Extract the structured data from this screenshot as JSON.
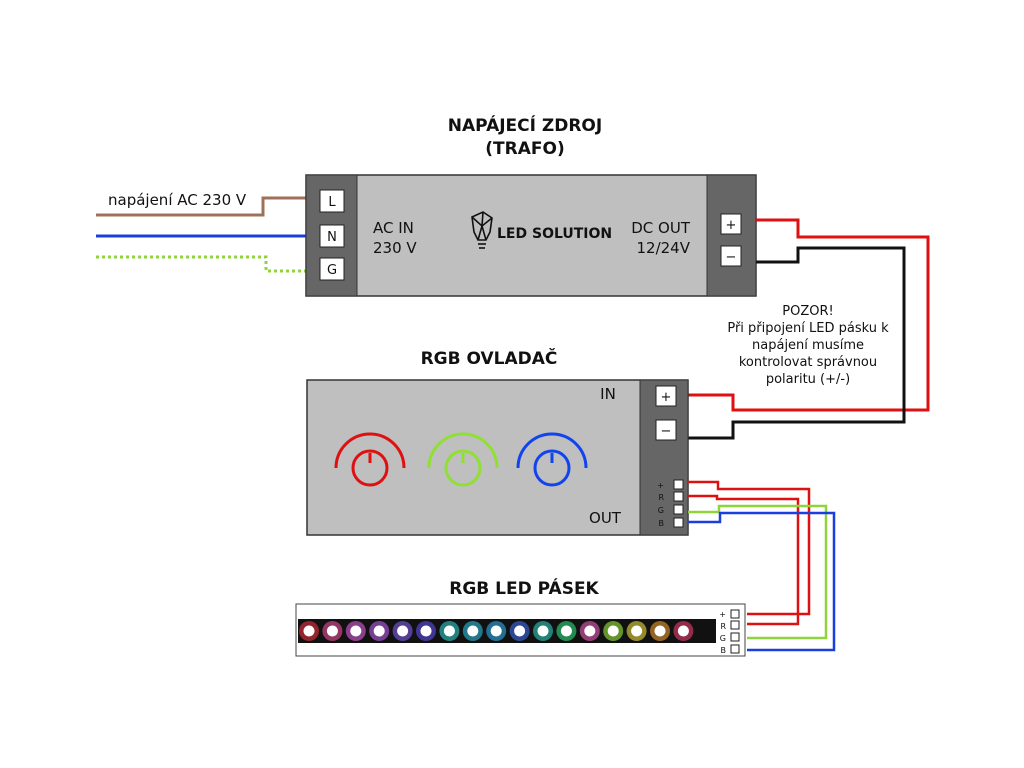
{
  "titles": {
    "power_supply_line1": "NAPÁJECÍ ZDROJ",
    "power_supply_line2": "(TRAFO)",
    "rgb_controller": "RGB OVLADAČ",
    "rgb_strip": "RGB LED PÁSEK"
  },
  "power_supply": {
    "ac_label": "napájení AC 230 V",
    "terminals_in": [
      "L",
      "N",
      "G"
    ],
    "ac_in_line1": "AC IN",
    "ac_in_line2": "230 V",
    "logo_text": "LED SOLUTION",
    "dc_out_line1": "DC OUT",
    "dc_out_line2": "12/24V",
    "terminals_out": [
      "+",
      "−"
    ]
  },
  "warning": {
    "lines": [
      "POZOR!",
      "Při připojení LED pásku k",
      "napájení musíme",
      "kontrolovat správnou",
      "polaritu (+/-)"
    ]
  },
  "controller": {
    "in_label": "IN",
    "out_label": "OUT",
    "in_terminals": [
      "+",
      "−"
    ],
    "out_pins": [
      "+",
      "R",
      "G",
      "B"
    ]
  },
  "strip": {
    "pins": [
      "+",
      "R",
      "G",
      "B"
    ],
    "led_colors": [
      "#ff3344",
      "#ff55aa",
      "#ee66ee",
      "#cc66ff",
      "#8866ff",
      "#6655ff",
      "#33dddd",
      "#33ccee",
      "#33bbff",
      "#4477ff",
      "#33ddcc",
      "#33ee88",
      "#ff66cc",
      "#aaff44",
      "#ffee44",
      "#ffaa33",
      "#ff4477"
    ]
  },
  "colors": {
    "brown": "#a0705a",
    "blue": "#1a3fdd",
    "green": "#8fd43a",
    "red": "#dd1111",
    "black": "#111111",
    "terminal_dark": "#666666",
    "box_gray": "#bfbfbf",
    "knob_red": "#dd1111",
    "knob_green": "#8fe033",
    "knob_blue": "#1144ee"
  }
}
